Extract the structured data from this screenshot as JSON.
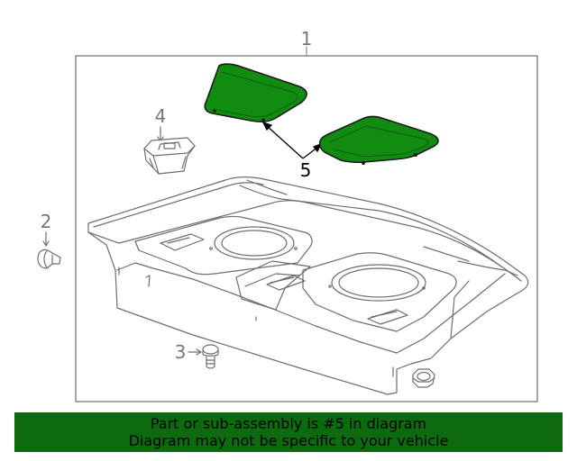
{
  "diagram": {
    "callouts": {
      "c1": "1",
      "c2": "2",
      "c3": "3",
      "c4": "4",
      "c5": "5"
    },
    "highlight_color": "#118c11"
  },
  "banner": {
    "line1": "Part or sub-assembly is #5 in diagram",
    "line2": "Diagram may not be specific to your vehicle",
    "background": "#0e6a0e"
  }
}
